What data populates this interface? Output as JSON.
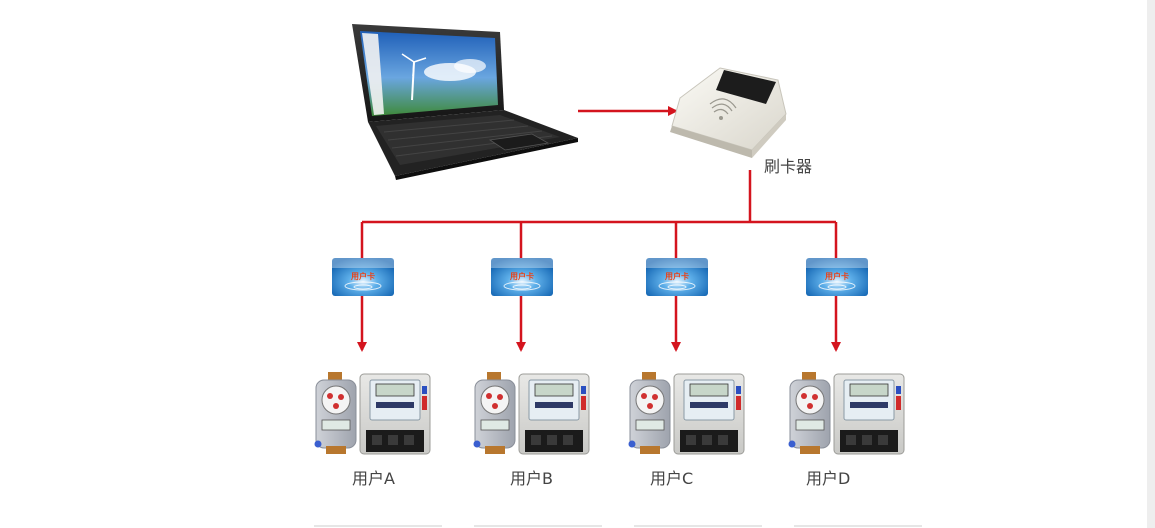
{
  "devices": {
    "reader_label": "刷卡器",
    "card_text": "用户卡"
  },
  "users": [
    {
      "label": "用户A"
    },
    {
      "label": "用户B"
    },
    {
      "label": "用户C"
    },
    {
      "label": "用户D"
    }
  ],
  "colors": {
    "connector": "#d4141e",
    "card_blue": "#1a78c8",
    "card_text": "#e8431a"
  },
  "icons": {
    "computer": "laptop-icon",
    "reader": "card-reader-icon",
    "card": "user-card-icon",
    "water_meter": "water-meter-icon",
    "electric_meter": "electric-meter-icon"
  }
}
